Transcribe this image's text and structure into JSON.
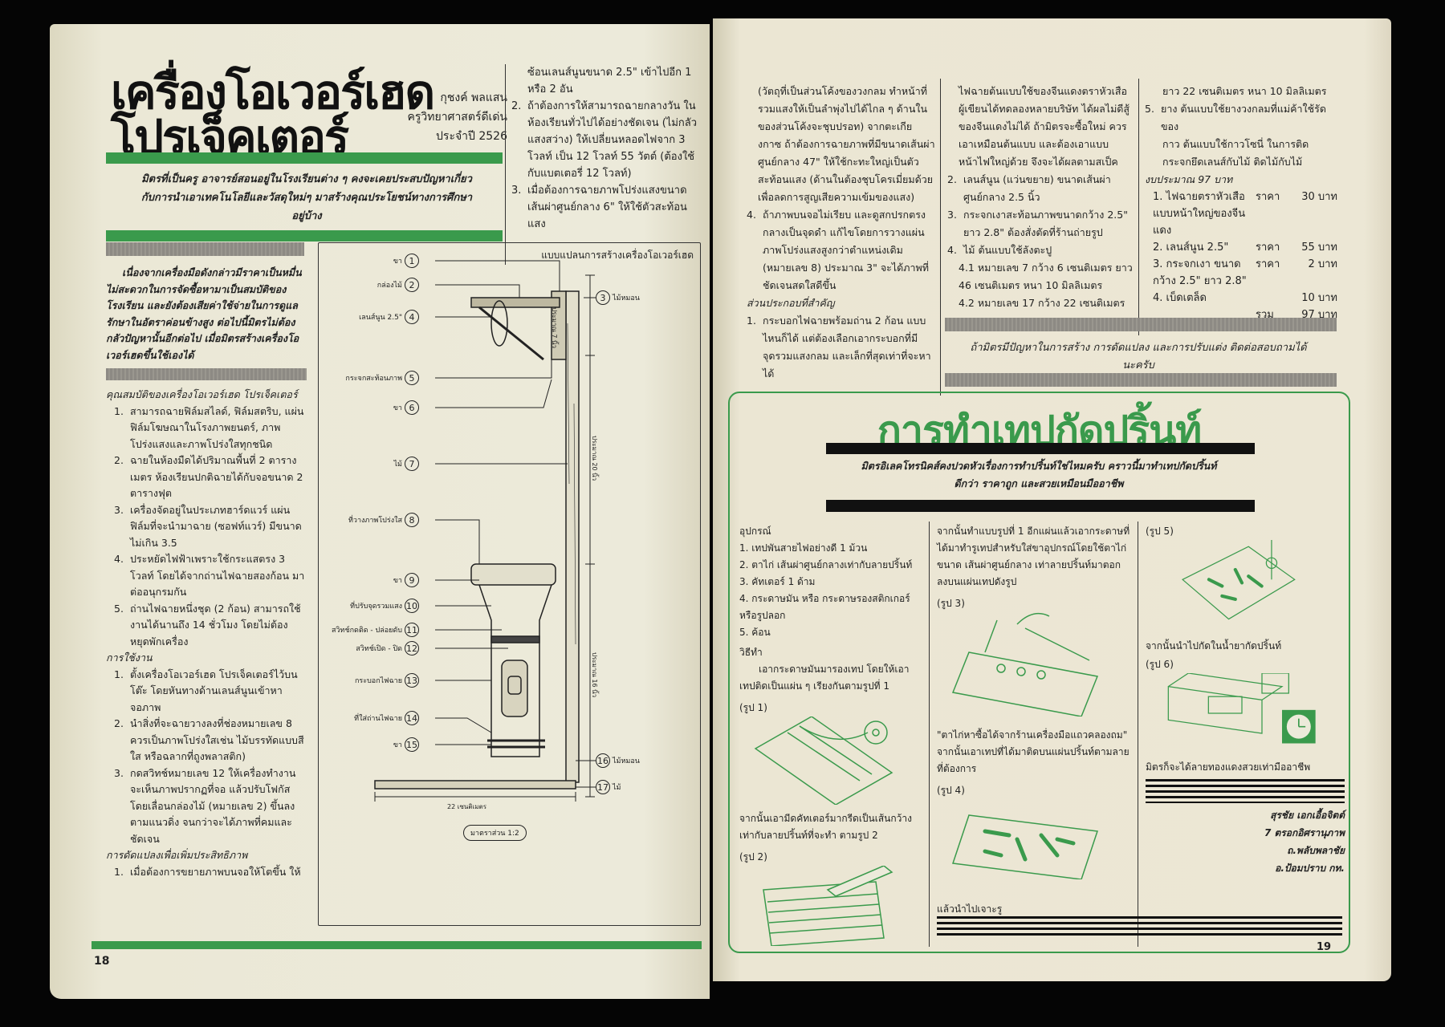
{
  "left_page": {
    "title_line1": "เครื่องโอเวอร์เฮด",
    "title_line2": "โปรเจ็คเตอร์",
    "author": "กุชงค์ พลแสน",
    "author_role": "ครูวิทยาศาสตร์ดีเด่น",
    "author_year": "ประจำปี 2526",
    "intro": "มิตรที่เป็นครู อาจารย์สอนอยู่ในโรงเรียนต่าง ๆ คงจะเคยประสบปัญหาเกี่ยวกับการนำเอาเทคโนโลยีและวัสดุใหม่ๆ มาสร้างคุณประโยชน์ทางการศึกษาอยู่บ้าง",
    "lead": "เนื่องจากเครื่องมือดังกล่าวมีราคาเป็นหมื่น ไม่สะดวกในการจัดซื้อหามาเป็นสมบัติของโรงเรียน และยังต้องเสียค่าใช้จ่ายในการดูแลรักษาในอัตราค่อนข้างสูง ต่อไปนี้มิตรไม่ต้องกลัวปัญหานั้นอีกต่อไป เมื่อมิตรสร้างเครื่องโอเวอร์เฮดขึ้นใช้เองได้",
    "features_heading": "คุณสมบัติของเครื่องโอเวอร์เฮด โปรเจ็คเตอร์",
    "features": [
      "สามารถฉายฟิล์มสไลด์, ฟิล์มสตริบ, แผ่นฟิล์มโฆษณาในโรงภาพยนตร์, ภาพโปร่งแสงและภาพโปร่งใสทุกชนิด",
      "ฉายในห้องมืดได้ปริมาณพื้นที่ 2 ตารางเมตร ห้องเรียนปกติฉายได้กับจอขนาด 2 ตารางฟุต",
      "เครื่องจัดอยู่ในประเภทฮาร์ดแวร์ แผ่นฟิล์มที่จะนำมาฉาย (ซอฟท์แวร์) มีขนาดไม่เกิน 3.5",
      "ประหยัดไฟฟ้าเพราะใช้กระแสตรง 3 โวลท์ โดยได้จากถ่านไฟฉายสองก้อน มาต่ออนุกรมกัน",
      "ถ่านไฟฉายหนึ่งชุด (2 ก้อน) สามารถใช้งานได้นานถึง 14 ชั่วโมง โดยไม่ต้องหยุดพักเครื่อง"
    ],
    "usage_heading": "การใช้งาน",
    "usage": [
      "ตั้งเครื่องโอเวอร์เฮด โปรเจ็คเตอร์ไว้บนโต๊ะ โดยหันทางด้านเลนส์นูนเข้าหาจอภาพ",
      "นำสิ่งที่จะฉายวางลงที่ช่องหมายเลข 8 ควรเป็นภาพโปร่งใสเช่น ไม้บรรทัดแบบสีใส หรือฉลากที่ถูงพลาสติก)",
      "กดสวิทช์หมายเลข 12 ให้เครื่องทำงาน จะเห็นภาพปรากฏที่จอ แล้วปรับโฟกัส โดยเลื่อนกล่องไม้ (หมายเลข 2) ขึ้นลงตามแนวดิ่ง จนกว่าจะได้ภาพที่คมและชัดเจน"
    ],
    "modify_heading": "การดัดแปลงเพื่อเพิ่มประสิทธิภาพ",
    "modify_first": "เมื่อต้องการขยายภาพบนจอให้โตขึ้น ให้",
    "col2_cont": "ซ้อนเลนส์นูนขนาด 2.5\" เข้าไปอีก 1 หรือ 2 อัน",
    "col2_items": [
      "ถ้าต้องการให้สามารถฉายกลางวัน ในห้องเรียนทั่วไปได้อย่างชัดเจน (ไม่กลัวแสงสว่าง) ให้เปลี่ยนหลอดไฟจาก 3 โวลท์ เป็น 12 โวลท์ 55 วัตต์ (ต้องใช้กับแบตเตอรี่ 12 โวลท์)",
      "เมื่อต้องการฉายภาพโปร่งแสงขนาด เส้นผ่าศูนย์กลาง 6\" ให้ใช้ตัวสะท้อนแสง"
    ],
    "page_number": "18"
  },
  "diagram": {
    "title": "แบบแปลนการสร้างเครื่องโอเวอร์เฮด",
    "labels": [
      "ขา",
      "กล่องไม้",
      "ไม้หมอน",
      "เลนส์นูน 2.5\"",
      "กระจกสะท้อนภาพ",
      "ขา",
      "ไม้",
      "ที่วางภาพโปร่งใส",
      "ขา",
      "ที่ปรับจุดรวมแสง",
      "สวิทช์กดติด - ปล่อยดับ",
      "สวิทช์เปิด - ปิด",
      "กระบอกไฟฉาย",
      "ที่ใส่ถ่านไฟฉาย",
      "ขา",
      "ไม้หมอน",
      "ไม้"
    ],
    "dim_top": "ประมาณ 7 นิ้ว",
    "dim_mid": "ประมาณ 20 นิ้ว",
    "dim_bottom": "ประมาณ 16 นิ้ว",
    "width_label": "22 เซนติเมตร",
    "scale": "มาตราส่วน 1:2"
  },
  "right_page": {
    "col1": "(วัตถุที่เป็นส่วนโค้งของวงกลม ทำหน้าที่รวมแสงให้เป็นลำพุ่งไปได้ไกล ๆ ด้านในของส่วนโค้งจะชุบปรอท) จากตะเกียงกาซ ถ้าต้องการฉายภาพที่มีขนาดเส้นผ่าศูนย์กลาง 47\" ให้ใช้กะทะใหญ่เป็นตัวสะท้อนแสง (ด้านในต้องชุบโครเมี่ยมด้วย เพื่อลดการสูญเสียความเข้มของแสง)",
    "col1_item4": "ถ้าภาพบนจอไม่เรียบ และดูสกปรกตรงกลางเป็นจุดดำ แก้ไขโดยการวางแผ่นภาพโปร่งแสงสูงกว่าตำแหน่งเดิม (หมายเลข 8) ประมาณ 3\" จะได้ภาพที่ชัดเจนสดใสดีขึ้น",
    "parts_heading": "ส่วนประกอบที่สำคัญ",
    "parts_item1": "กระบอกไฟฉายพร้อมถ่าน 2 ก้อน แบบไหนก็ได้ แต่ต้องเลือกเอากระบอกที่มีจุดรวมแสงกลม และเล็กที่สุดเท่าที่จะหาได้",
    "col2_cont": "ไฟฉายต้นแบบใช้ของจีนแดงตราหัวเสือ ผู้เขียนได้ทดลองหลายบริษัท ได้ผลไม่ดีสู้ของจีนแดงไม่ได้ ถ้ามิตรจะซื้อใหม่ ควรเอาเหมือนต้นแบบ และต้องเอาแบบหน้าไฟใหญ่ด้วย จึงจะได้ผลตามสเป็ค",
    "col2_items": [
      "เลนส์นูน (แว่นขยาย) ขนาดเส้นผ่าศูนย์กลาง 2.5 นิ้ว",
      "กระจกเงาสะท้อนภาพขนาดกว้าง 2.5\" ยาว 2.8\" ต้องสั่งตัดที่ร้านถ่ายรูป",
      "ไม้ ต้นแบบใช้ลังตะปู"
    ],
    "col2_sub": [
      "4.1 หมายเลข 7 กว้าง 6 เซนติเมตร ยาว 46 เซนติเมตร หนา 10 มิลลิเมตร",
      "4.2 หมายเลข 17 กว้าง 22 เซนติเมตร"
    ],
    "col3_cont": "ยาว 22 เซนติเมตร หนา 10 มิลลิเมตร",
    "col3_item5": "ยาง ต้นแบบใช้ยางวงกลมที่แม่ค้าใช้รัดของ",
    "col3_glue": "กาว ต้นแบบใช้กาวโซนี่ ในการติดกระจกยึดเลนส์กับไม้ ติดไม้กับไม้",
    "budget_heading": "งบประมาณ 97 บาท",
    "budget": [
      {
        "item": "1. ไฟฉายตราหัวเสือแบบหน้าใหญ่ของจีนแดง",
        "label": "ราคา",
        "value": "30 บาท"
      },
      {
        "item": "2. เลนส์นูน 2.5\"",
        "label": "ราคา",
        "value": "55 บาท"
      },
      {
        "item": "3. กระจกเงา ขนาด กว้าง 2.5\" ยาว 2.8\"",
        "label": "ราคา",
        "value": "2 บาท"
      },
      {
        "item": "4. เบ็ดเตล็ด",
        "label": "",
        "value": "10 บาท"
      },
      {
        "item": "",
        "label": "รวม",
        "value": "97 บาท"
      }
    ],
    "contact_note": "ถ้ามิตรมีปัญหาในการสร้าง การดัดแปลง และการปรับแต่ง ติดต่อสอบถามได้นะครับ",
    "page_number": "19"
  },
  "pcb_article": {
    "title": "การทำเทปกัดปริ้นท์",
    "subtitle": "มิตรอิเลคโทรนิคส์คงปวดหัวเรื่องการทำปริ้นท์ใช่ไหมครับ คราวนี้มาทำเทปกัดปริ้นท์ดีกว่า ราคาถูก และสวยเหมือนมืออาชีพ",
    "tools_heading": "อุปกรณ์",
    "tools": [
      "1. เทปพันสายไฟอย่างดี 1 ม้วน",
      "2. ตาไก่ เส้นผ่าศูนย์กลางเท่ากับลายปริ้นท์",
      "3. คัทเตอร์ 1 ด้าม",
      "4. กระดาษมัน หรือ กระดาษรองสติกเกอร์หรือรูปลอก",
      "5. ค้อน"
    ],
    "method_heading": "วิธีทำ",
    "step1": "เอากระดาษมันมารองเทป โดยให้เอาเทปติดเป็นแผ่น ๆ เรียงกันตามรูปที่ 1",
    "fig1": "(รูป 1)",
    "step2": "จากนั้นเอามีดคัทเตอร์มากรีดเป็นเส้นกว้างเท่ากับลายปริ้นท์ที่จะทำ ตามรูป 2",
    "fig2": "(รูป 2)",
    "step3": "จากนั้นทำแบบรูปที่ 1 อีกแผ่นแล้วเอากระดาษที่ได้มาทำรูเทปสำหรับใส่ขาอุปกรณ์โดยใช้ตาไก่ขนาด เส้นผ่าศูนย์กลาง เท่าลายปริ้นท์มาตอกลงบนแผ่นเทปดังรูป",
    "fig3": "(รูป 3)",
    "quote": "\"ตาไก่หาซื้อได้จากร้านเครื่องมือแถวคลองถม\"",
    "step4": "จากนั้นเอาเทปที่ได้มาติดบนแผ่นปริ้นท์ตามลายที่ต้องการ",
    "fig4": "(รูป 4)",
    "step5": "แล้วนำไปเจาะรู",
    "fig5": "(รูป 5)",
    "step6": "จากนั้นนำไปกัดในน้ำยากัดปริ้นท์",
    "fig6": "(รูป 6)",
    "result": "มิตรก็จะได้ลายทองแดงสวยเท่ามืออาชีพ",
    "author": [
      "สุรชัย เอกเอื้อจิตต์",
      "7 ตรอกอิศรานุภาพ",
      "ถ.พลับพลาชัย",
      "อ.ป้อมปราบ กท."
    ]
  },
  "colors": {
    "accent_green": "#3a9a4c",
    "paper": "#e9e6d2",
    "background": "#050505"
  }
}
